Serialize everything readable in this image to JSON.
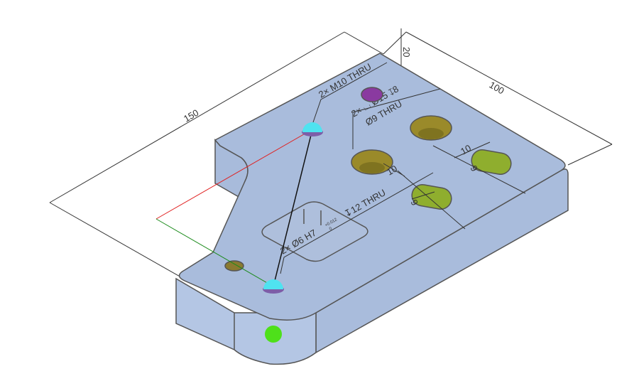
{
  "dimensions": {
    "length": "150",
    "width": "100",
    "thickness": "20",
    "slot_length_a": "10",
    "slot_width_a": "9",
    "slot_length_b": "10",
    "slot_width_b": "9"
  },
  "annotations": {
    "tapped_hole": "2× M10 THRU",
    "counterbore_line1": "2× ⌴ Ø15 ↧8",
    "counterbore_line2": "Ø9 THRU",
    "pin_hole": "2× Ø6 H7",
    "pin_hole_tol_upper": "+0.012",
    "pin_hole_tol_lower": "0",
    "pin_hole_depth": "↧12 THRU"
  },
  "colors": {
    "part_face": "#a9bcdc",
    "part_side": "#b4c6e4",
    "edge": "#555555",
    "counterbore": "#9a8a2a",
    "slot": "#8fae2e",
    "marker_cyan": "#4fe3f0",
    "marker_purple": "#8a3aa0",
    "marker_green": "#4ee01a",
    "axis_x": "#e02020",
    "axis_y": "#1a8a1a"
  }
}
